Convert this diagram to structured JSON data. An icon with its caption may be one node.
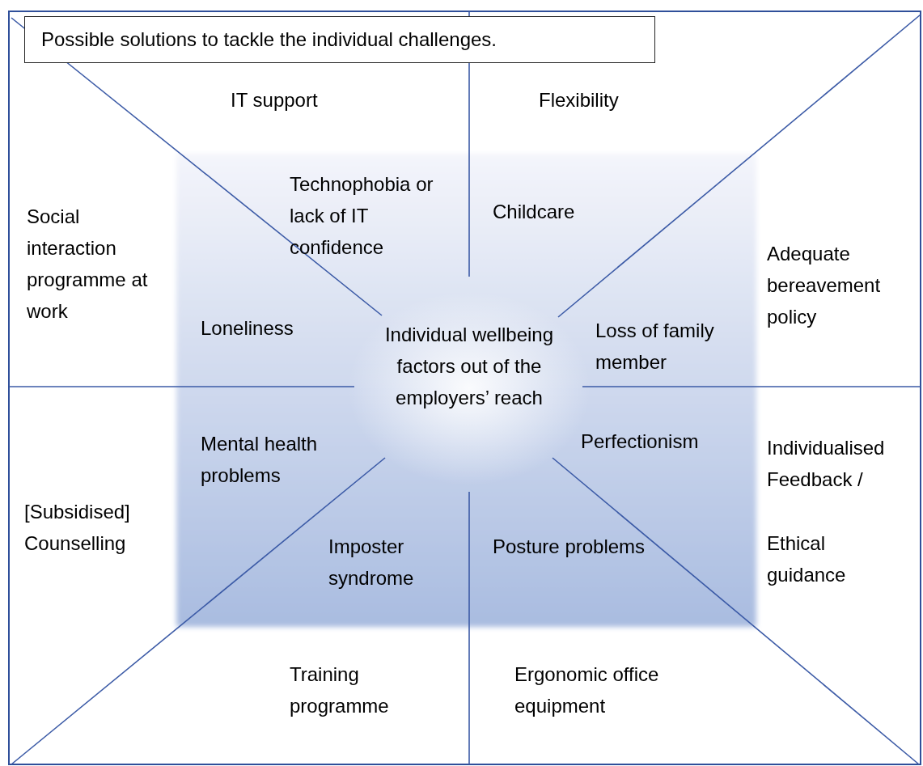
{
  "diagram": {
    "nodes": [
      {
        "text": [
          "Possible solutions to tackle the individual challenges."
        ]
      }
    ],
    "labels": [
      "IT support",
      "Flexibility",
      "Technophobia or lack of IT confidence",
      "Childcare",
      "Social interaction programme at work",
      "Adequate bereavement policy",
      "Loneliness",
      "Individual wellbeing factors out of the employers’ reach",
      "Loss of family member",
      "Mental health problems",
      "Perfectionism",
      "Individualised Feedback /",
      "Ethical guidance",
      "[Subsidised] Counselling",
      "Imposter syndrome",
      "Posture problems",
      "Training programme",
      "Ergonomic office equipment"
    ]
  }
}
